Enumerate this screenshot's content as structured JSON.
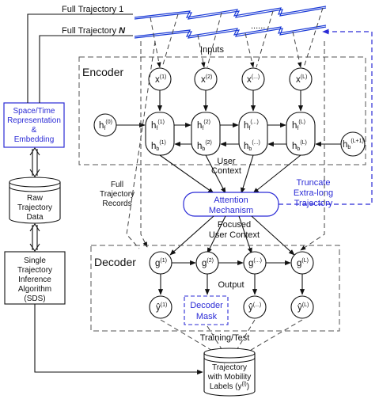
{
  "colors": {
    "accent": "#2b2bd6",
    "line": "#111111"
  },
  "trajectories": {
    "first": "Full Trajectory 1",
    "last_prefix": "Full Trajectory ",
    "last_n": "N",
    "ellipsis": "......"
  },
  "encoder": {
    "title": "Encoder",
    "inputs_label": "Inputs",
    "inputs": [
      "x^(1)",
      "x^(2)",
      "x^(...)",
      "x^(L)"
    ],
    "forward_init": "h_f^(0)",
    "forward": [
      "h_f^(1)",
      "h_f^(2)",
      "h_f^(...)",
      "h_f^(L)"
    ],
    "backward": [
      "h_b^(1)",
      "h_b^(2)",
      "h_b^(...)",
      "h_b^(L)"
    ],
    "backward_init": "h_b^(L+1)",
    "user_context": [
      "User",
      "Context"
    ]
  },
  "attention": {
    "lines": [
      "Attention",
      "Mechanism"
    ]
  },
  "focused": [
    "Focused",
    "User Context"
  ],
  "full_records": [
    "Full",
    "Trajectory",
    "Records"
  ],
  "truncate": [
    "Truncate",
    "Extra-long",
    "Trajectory"
  ],
  "decoder": {
    "title": "Decoder",
    "states": [
      "g^(1)",
      "g^(2)",
      "g^(...)",
      "g^(L)"
    ],
    "output_label": "Output",
    "outputs": [
      "ŷ^(1)",
      "ŷ^(...)",
      "ŷ^(L)"
    ],
    "mask": [
      "Decoder",
      "Mask"
    ]
  },
  "training": "Training/Test",
  "left_pipeline": {
    "embedding": [
      "Space/Time",
      "Representation",
      "&",
      "Embedding"
    ],
    "raw_data": [
      "Raw",
      "Trajectory",
      "Data"
    ],
    "sds": [
      "Single",
      "Trajectory",
      "Inference",
      "Algorithm",
      "(SDS)"
    ]
  },
  "labels_db": [
    "Trajectory",
    "with Mobility",
    "Labels (y",
    "(l)",
    ")"
  ]
}
